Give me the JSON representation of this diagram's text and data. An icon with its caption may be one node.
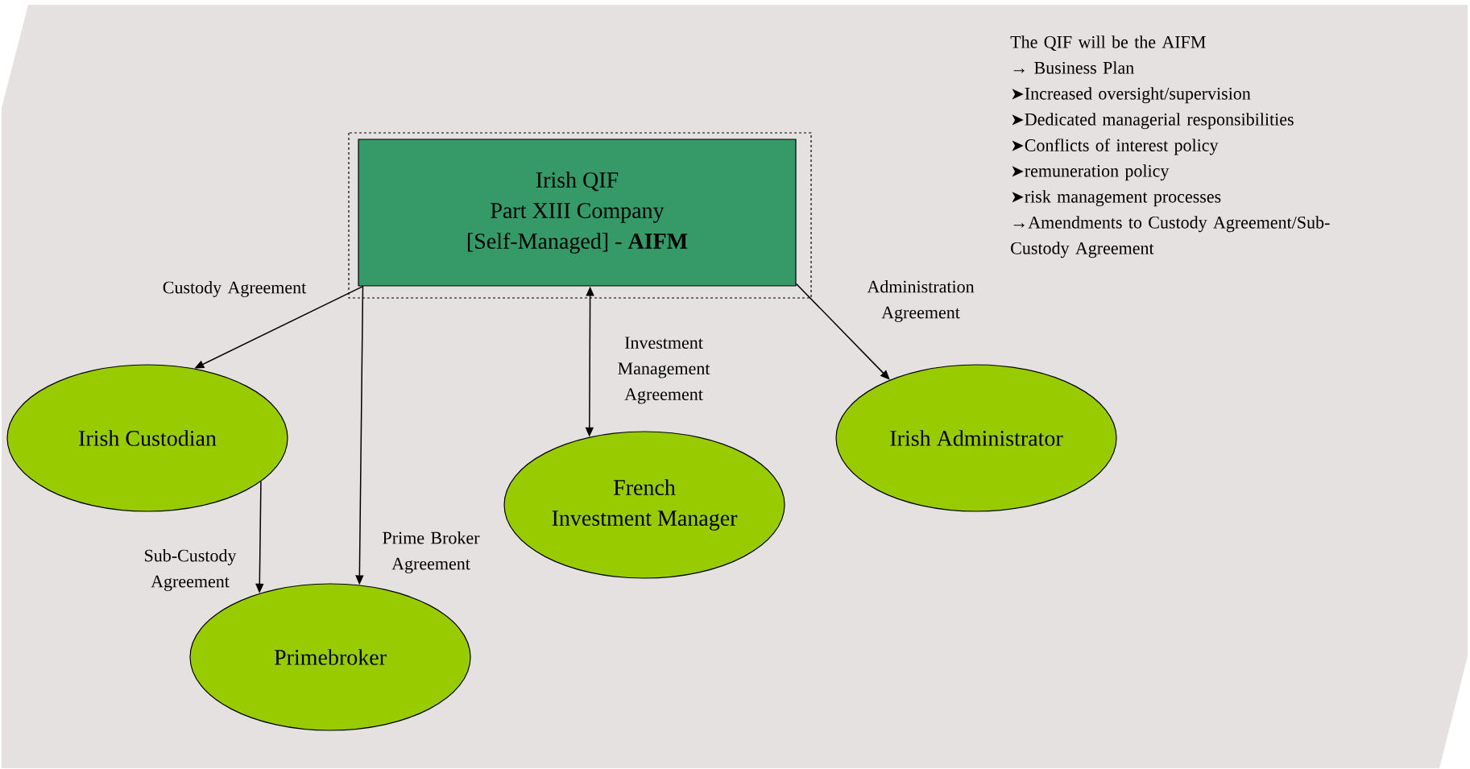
{
  "diagram": {
    "nodes": [
      {
        "text": [
          "Irish QIF",
          "Part XIII Company",
          "[Self-Managed] - **AIFM**"
        ]
      },
      {
        "text": [
          "Irish Custodian"
        ]
      },
      {
        "text": [
          "Primebroker"
        ]
      },
      {
        "text": [
          "French",
          "Investment Manager"
        ]
      },
      {
        "text": [
          "Irish Administrator"
        ]
      }
    ],
    "edges": [
      {
        "from": 0,
        "to": 1,
        "arrow": "to",
        "label": "Custody Agreement"
      },
      {
        "from": 0,
        "to": 2,
        "arrow": "to",
        "label": "Prime Broker Agreement"
      },
      {
        "from": 1,
        "to": 2,
        "arrow": "to",
        "label": "Sub-Custody Agreement"
      },
      {
        "from": 0,
        "to": 3,
        "arrow": "both",
        "label": "Investment Management Agreement"
      },
      {
        "from": 0,
        "to": 4,
        "arrow": "to",
        "label": "Administration Agreement"
      }
    ],
    "labels": [
      "The QIF will be the AIFM",
      "→ Business Plan",
      "➤Increased oversight/supervision",
      "➤Dedicated managerial responsibilities",
      "➤Conflicts of interest policy",
      "➤remuneration policy",
      "➤risk management processes",
      "→Amendments to Custody Agreement/Sub-Custody Agreement"
    ]
  }
}
